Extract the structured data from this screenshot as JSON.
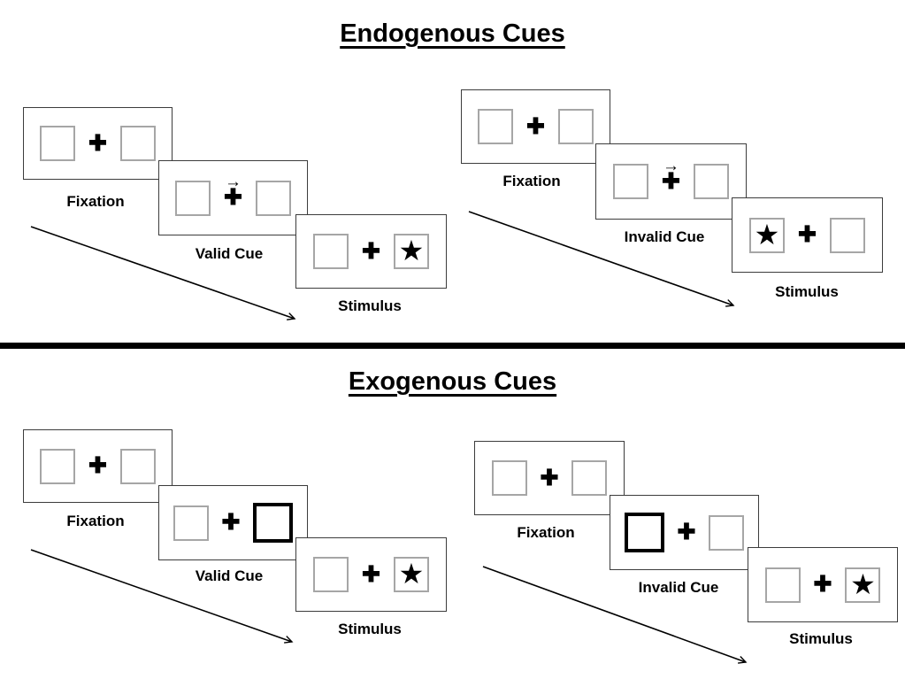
{
  "glyphs": {
    "plus": "✚",
    "star": "★",
    "cue_arrow": "→"
  },
  "colors": {
    "panel_border": "#3c3c3c",
    "box_border": "#a6a6a6",
    "ink": "#000000",
    "background": "#ffffff"
  },
  "sections": [
    {
      "title": "Endogenous Cues",
      "cue_style": "central arrow above fixation cross",
      "sequences": [
        {
          "name": "valid",
          "steps": [
            {
              "label": "Fixation",
              "boxes": [
                "empty",
                "empty"
              ],
              "cue": "none"
            },
            {
              "label": "Valid Cue",
              "boxes": [
                "empty",
                "empty"
              ],
              "cue": "arrow-right-above-cross"
            },
            {
              "label": "Stimulus",
              "boxes": [
                "empty",
                "star"
              ],
              "cue": "none"
            }
          ]
        },
        {
          "name": "invalid",
          "steps": [
            {
              "label": "Fixation",
              "boxes": [
                "empty",
                "empty"
              ],
              "cue": "none"
            },
            {
              "label": "Invalid Cue",
              "boxes": [
                "empty",
                "empty"
              ],
              "cue": "arrow-right-above-cross"
            },
            {
              "label": "Stimulus",
              "boxes": [
                "star",
                "empty"
              ],
              "cue": "none"
            }
          ]
        }
      ]
    },
    {
      "title": "Exogenous Cues",
      "cue_style": "peripheral box brightening (thick black outline)",
      "sequences": [
        {
          "name": "valid",
          "steps": [
            {
              "label": "Fixation",
              "boxes": [
                "empty",
                "empty"
              ],
              "cue": "none"
            },
            {
              "label": "Valid Cue",
              "boxes": [
                "empty",
                "thick-outline"
              ],
              "cue": "right-box-thick"
            },
            {
              "label": "Stimulus",
              "boxes": [
                "empty",
                "star"
              ],
              "cue": "none"
            }
          ]
        },
        {
          "name": "invalid",
          "steps": [
            {
              "label": "Fixation",
              "boxes": [
                "empty",
                "empty"
              ],
              "cue": "none"
            },
            {
              "label": "Invalid Cue",
              "boxes": [
                "thick-outline",
                "empty"
              ],
              "cue": "left-box-thick"
            },
            {
              "label": "Stimulus",
              "boxes": [
                "empty",
                "star"
              ],
              "cue": "none"
            }
          ]
        }
      ]
    }
  ]
}
